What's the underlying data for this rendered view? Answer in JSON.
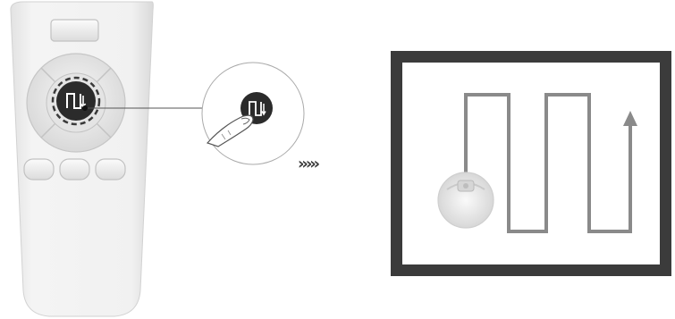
{
  "diagram": {
    "remote": {
      "name": "remote-control",
      "buttons": [
        "top-button",
        "dpad",
        "zigzag-mode-button",
        "bottom-button-left",
        "bottom-button-middle",
        "bottom-button-right"
      ]
    },
    "callout": {
      "icon": "zigzag-mode-icon",
      "gesture": "finger-press"
    },
    "transition": {
      "glyphs": "›››››",
      "icon": "chevrons-right-icon"
    },
    "room": {
      "pattern": "zigzag",
      "device": "robot-vacuum-icon",
      "path_color": "#8a8a8a",
      "wall_color": "#3b3b3b"
    },
    "colors": {
      "remote_body": "#efefef",
      "dark_button": "#2b2b2b",
      "outline": "#bdbdbd"
    }
  }
}
